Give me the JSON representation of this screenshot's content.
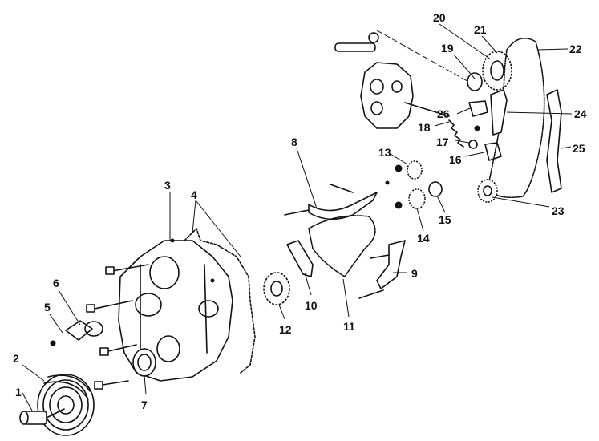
{
  "callouts": [
    "1",
    "2",
    "3",
    "4",
    "5",
    "6",
    "7",
    "8",
    "9",
    "10",
    "11",
    "12",
    "13",
    "14",
    "15",
    "16",
    "17",
    "18",
    "19",
    "20",
    "21",
    "22",
    "23",
    "24",
    "25",
    "26"
  ],
  "colors": {
    "ink": "#111111",
    "paper": "#ffffff"
  }
}
